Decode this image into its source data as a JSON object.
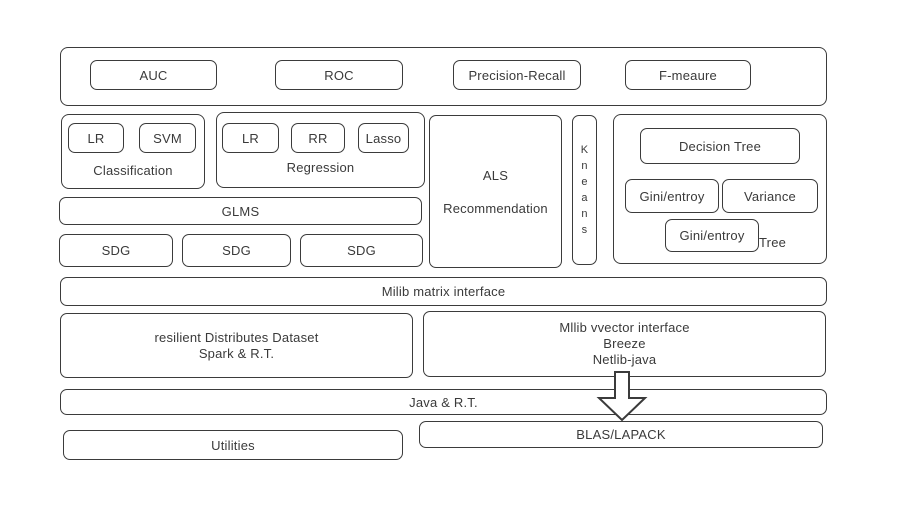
{
  "colors": {
    "stroke": "#3b3b3b",
    "text": "#3a3a3a",
    "background": "#ffffff"
  },
  "metrics": {
    "items": [
      "AUC",
      "ROC",
      "Precision-Recall",
      "F-meaure"
    ]
  },
  "classification": {
    "label": "Classification",
    "items": [
      "LR",
      "SVM"
    ]
  },
  "regression": {
    "label": "Regression",
    "items": [
      "LR",
      "RR",
      "Lasso"
    ]
  },
  "als": {
    "line1": "ALS",
    "line2": "Recommendation"
  },
  "kmeans": {
    "letters": [
      "K",
      "n",
      "e",
      "a",
      "n",
      "s"
    ]
  },
  "tree": {
    "decision": "Decision Tree",
    "gini_top": "Gini/entroy",
    "variance": "Variance",
    "gini_bottom": "Gini/entroy",
    "label": "Tree"
  },
  "glms": "GLMS",
  "sdg": {
    "items": [
      "SDG",
      "SDG",
      "SDG"
    ]
  },
  "matrix_interface": "Milib matrix interface",
  "rdd": {
    "line1": "resilient Distributes Dataset",
    "line2": "Spark & R.T."
  },
  "vector_interface": {
    "line1": "Mllib vvector interface",
    "line2": "Breeze",
    "line3": "Netlib-java"
  },
  "java_rt": "Java & R.T.",
  "utilities": "Utilities",
  "blas": "BLAS/LAPACK"
}
